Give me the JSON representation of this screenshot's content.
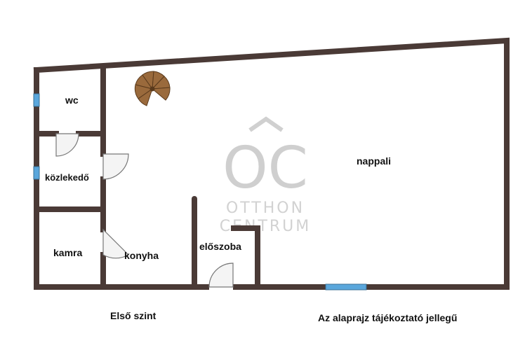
{
  "rooms": {
    "wc": "wc",
    "kozlekedo": "közlekedő",
    "kamra": "kamra",
    "konyha": "konyha",
    "eloszoba": "előszoba",
    "nappali": "nappali"
  },
  "watermark": {
    "monogram": "OC",
    "line1": "OTTHON",
    "line2": "CENTRUM"
  },
  "captions": {
    "level": "Első szint",
    "disclaimer": "Az alaprajz tájékoztató jellegű"
  },
  "colors": {
    "wall": "#4a3a36",
    "window": "#5aa7dc",
    "stair": "#9a6a3c",
    "watermark": "#cfcfcf"
  }
}
